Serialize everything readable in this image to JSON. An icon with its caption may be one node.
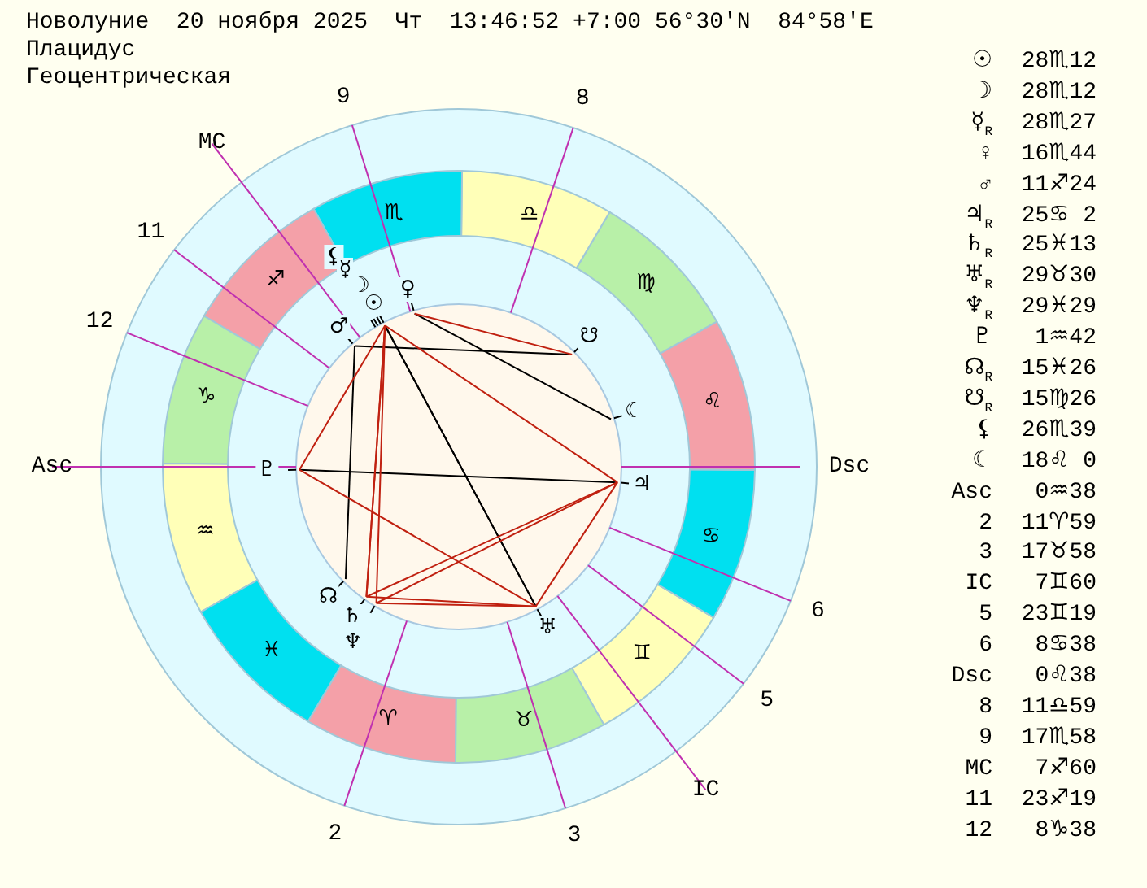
{
  "diagram": {
    "labels": [
      "Новолуние  20 ноября 2025  Чт  13:46:52 +7:00 56°30'N  84°58'E",
      "Плацидус",
      "Геоцентрическая",
      "9",
      "8",
      "MC",
      "11",
      "12",
      "Asc",
      "Dsc",
      "6",
      "5",
      "IC",
      "2",
      "3",
      "♏",
      "♎",
      "♐",
      "♍",
      "♑",
      "♌",
      "♒",
      "♋",
      "♓",
      "♊",
      "♈",
      "♉",
      "⚸",
      "☿",
      "☽",
      "♀",
      "☉",
      "♂",
      "☋",
      "☾",
      "♇",
      "♃",
      "☊",
      "♄",
      "♆",
      "♅",
      "☉",
      "28♏12",
      "☽",
      "28♏12",
      "☿$_{R}$",
      "28♏27",
      "♀",
      "16♏44",
      "♂",
      "11♐24",
      "♃$_{R}$",
      "25♋ 2",
      "♄$_{R}$",
      "25♓13",
      "♅$_{R}$",
      "29♉30",
      "♆$_{R}$",
      "29♓29",
      "♇",
      "1♒42",
      "☊$_{R}$",
      "15♓26",
      "☋$_{R}$",
      "15♍26",
      "⚸",
      "26♏39",
      "☾",
      "18♌ 0",
      "Asc",
      "0♒38",
      "2",
      "11♈59",
      "3",
      "17♉58",
      "IC",
      "7♊60",
      "5",
      "23♊19",
      "6",
      "8♋38",
      "Dsc",
      "0♌38",
      "8",
      "11♎59",
      "9",
      "17♏58",
      "MC",
      "7♐60",
      "11",
      "23♐19",
      "12",
      "8♑38"
    ]
  }
}
